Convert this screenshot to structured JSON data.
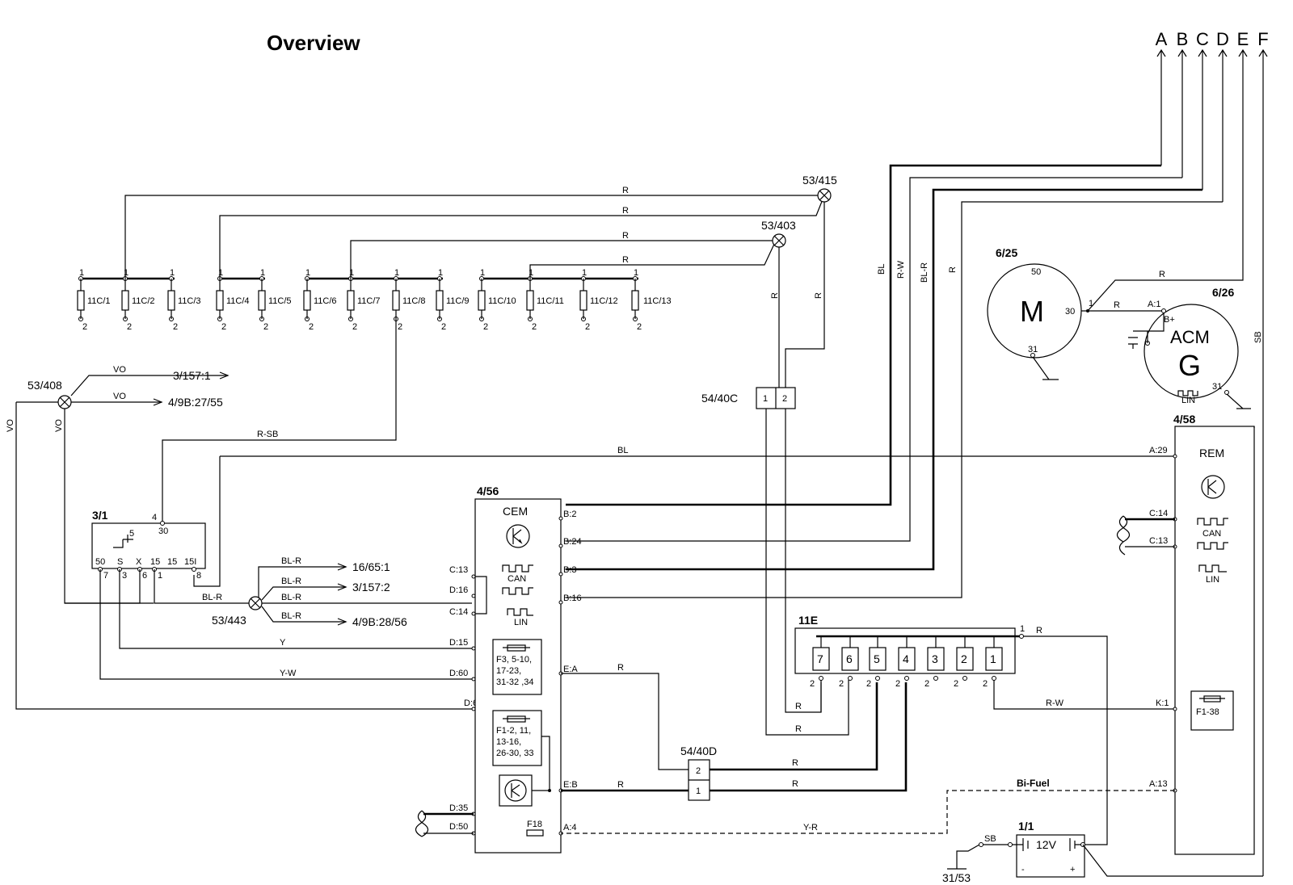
{
  "title": "Overview",
  "connectors_top": [
    "A",
    "B",
    "C",
    "D",
    "E",
    "F"
  ],
  "spark_coils": [
    "11C/1",
    "11C/2",
    "11C/3",
    "11C/4",
    "11C/5",
    "11C/6",
    "11C/7",
    "11C/8",
    "11C/9",
    "11C/10",
    "11C/11",
    "11C/12",
    "11C/13"
  ],
  "pin_one": "1",
  "pin_two": "2",
  "splices": {
    "s415": "53/415",
    "s403": "53/403",
    "s408": "53/408",
    "s443": "53/443"
  },
  "connectors": {
    "c40c": "54/40C",
    "c40d": "54/40D"
  },
  "wires": {
    "R": "R",
    "BL": "BL",
    "RW": "R-W",
    "BLR": "BL-R",
    "RSB": "R-SB",
    "VO": "VO",
    "Y": "Y",
    "YW": "Y-W",
    "YR": "Y-R",
    "SB": "SB",
    "BiFuel": "Bi-Fuel"
  },
  "outputs": {
    "o1": "3/157:1",
    "o2": "4/9B:27/55",
    "o3": "16/65:1",
    "o4": "3/157:2",
    "o5": "4/9B:28/56"
  },
  "switch": {
    "id": "3/1",
    "pins": [
      "50",
      "S",
      "X",
      "15",
      "15",
      "15I"
    ],
    "pin_nums": [
      "7",
      "3",
      "6",
      "1",
      "8"
    ],
    "pin30": "30",
    "pin4": "4",
    "pin5": "5"
  },
  "cem": {
    "id": "4/56",
    "name": "CEM",
    "right_pins": [
      "B:2",
      "B:24",
      "B:3",
      "B:16",
      "E:A",
      "E:B",
      "A:4"
    ],
    "left_pins": [
      "C:13",
      "D:16",
      "C:14",
      "D:15",
      "D:60",
      "D:6",
      "D:35",
      "D:50"
    ],
    "fuse_box1": [
      "F3, 5-10,",
      "17-23,",
      "31-32 ,34"
    ],
    "fuse_box2": [
      "F1-2, 11,",
      "13-16,",
      "26-30, 33"
    ],
    "fuse_label": "F18",
    "can": "CAN",
    "lin": "LIN"
  },
  "relay_box": {
    "id": "11E",
    "slots": [
      "7",
      "6",
      "5",
      "4",
      "3",
      "2",
      "1"
    ],
    "pin1": "1",
    "pin2": "2"
  },
  "motor": {
    "id": "6/25",
    "symbol": "M",
    "p50": "50",
    "p30": "30",
    "p31": "31",
    "p1": "1"
  },
  "alternator": {
    "id": "6/26",
    "symbol": "G",
    "name": "ACM",
    "p_a1": "A:1",
    "p_bplus": "B+",
    "p31": "31",
    "lin": "LIN"
  },
  "rem": {
    "id": "4/58",
    "name": "REM",
    "pins": [
      "A:29",
      "C:14",
      "C:13",
      "K:1",
      "A:13"
    ],
    "fuse": "F1-38",
    "can": "CAN",
    "lin": "LIN"
  },
  "battery": {
    "id": "1/1",
    "voltage": "12V",
    "minus": "-",
    "plus": "+"
  },
  "ground": "31/53"
}
